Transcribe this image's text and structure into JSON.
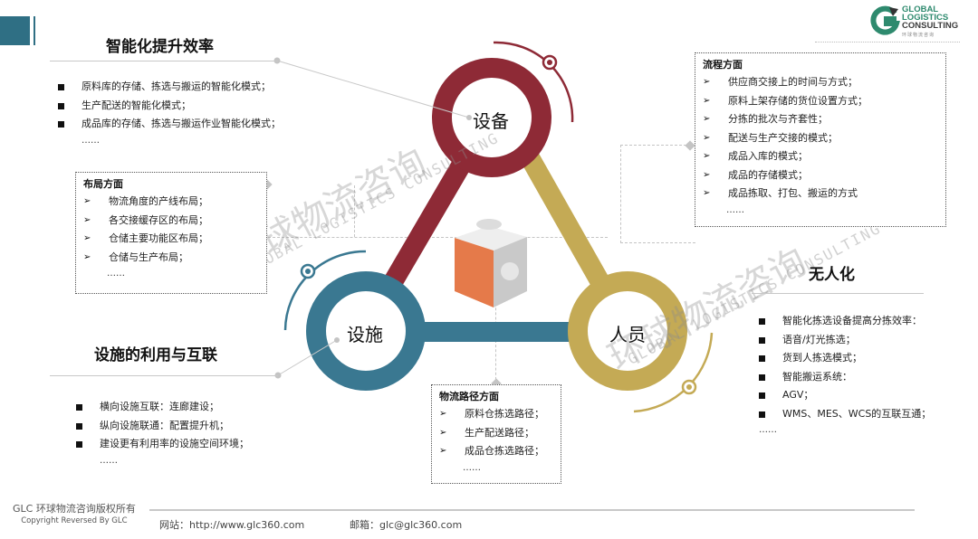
{
  "header": {
    "accent_color": "#2f6f84"
  },
  "logo": {
    "line1": "GLOBAL",
    "line2": "LOGISTICS",
    "line3": "CONSULTING",
    "sub": "环球物流咨询",
    "green": "#2e8a6e"
  },
  "diagram": {
    "nodes": [
      {
        "id": "equipment",
        "label": "设备",
        "color": "#8e2a36"
      },
      {
        "id": "facilities",
        "label": "设施",
        "color": "#3a7891"
      },
      {
        "id": "personnel",
        "label": "人员",
        "color": "#c4aa55"
      }
    ],
    "center_icon": "puzzle-cube-icon"
  },
  "sections": {
    "intelligence": {
      "title": "智能化提升效率",
      "items": [
        "原料库的存储、拣选与搬运的智能化模式；",
        "生产配送的智能化模式；",
        "成品库的存储、拣选与搬运作业智能化模式；"
      ],
      "ellipsis": "……"
    },
    "facilities": {
      "title": "设施的利用与互联",
      "items": [
        "横向设施互联：连廊建设；",
        "纵向设施联通：配置提升机；",
        "建设更有利用率的设施空间环境；"
      ],
      "ellipsis": "……"
    },
    "unmanned": {
      "title": "无人化",
      "items": [
        "智能化拣选设备提高分拣效率：",
        "语音/灯光拣选；",
        "货到人拣选模式；",
        "智能搬运系统：",
        "AGV；",
        "WMS、MES、WCS的互联互通；"
      ],
      "ellipsis": "……"
    }
  },
  "boxes": {
    "layout": {
      "title": "布局方面",
      "items": [
        "物流角度的产线布局；",
        "各交接缓存区的布局；",
        "仓储主要功能区布局；",
        "仓储与生产布局；"
      ],
      "ellipsis": "……"
    },
    "process": {
      "title": "流程方面",
      "items": [
        "供应商交接上的时间与方式；",
        "原料上架存储的货位设置方式；",
        "分拣的批次与齐套性；",
        "配送与生产交接的模式；",
        "成品入库的模式；",
        "成品的存储模式；",
        "成品拣取、打包、搬运的方式"
      ],
      "ellipsis": "……"
    },
    "route": {
      "title": "物流路径方面",
      "items": [
        "原料仓拣选路径；",
        "生产配送路径；",
        "成品仓拣选路径；"
      ],
      "ellipsis": "……"
    },
    "arrow_glyph": "➢"
  },
  "watermark": {
    "cn": "环球物流咨询",
    "en": "GLOBAL LOGISTICS CONSULTING"
  },
  "footer": {
    "copyright_cn": "GLC 环球物流咨询版权所有",
    "copyright_en": "Copyright Reversed By GLC",
    "website": "网站：http://www.glc360.com",
    "email": "邮箱：glc@glc360.com"
  }
}
